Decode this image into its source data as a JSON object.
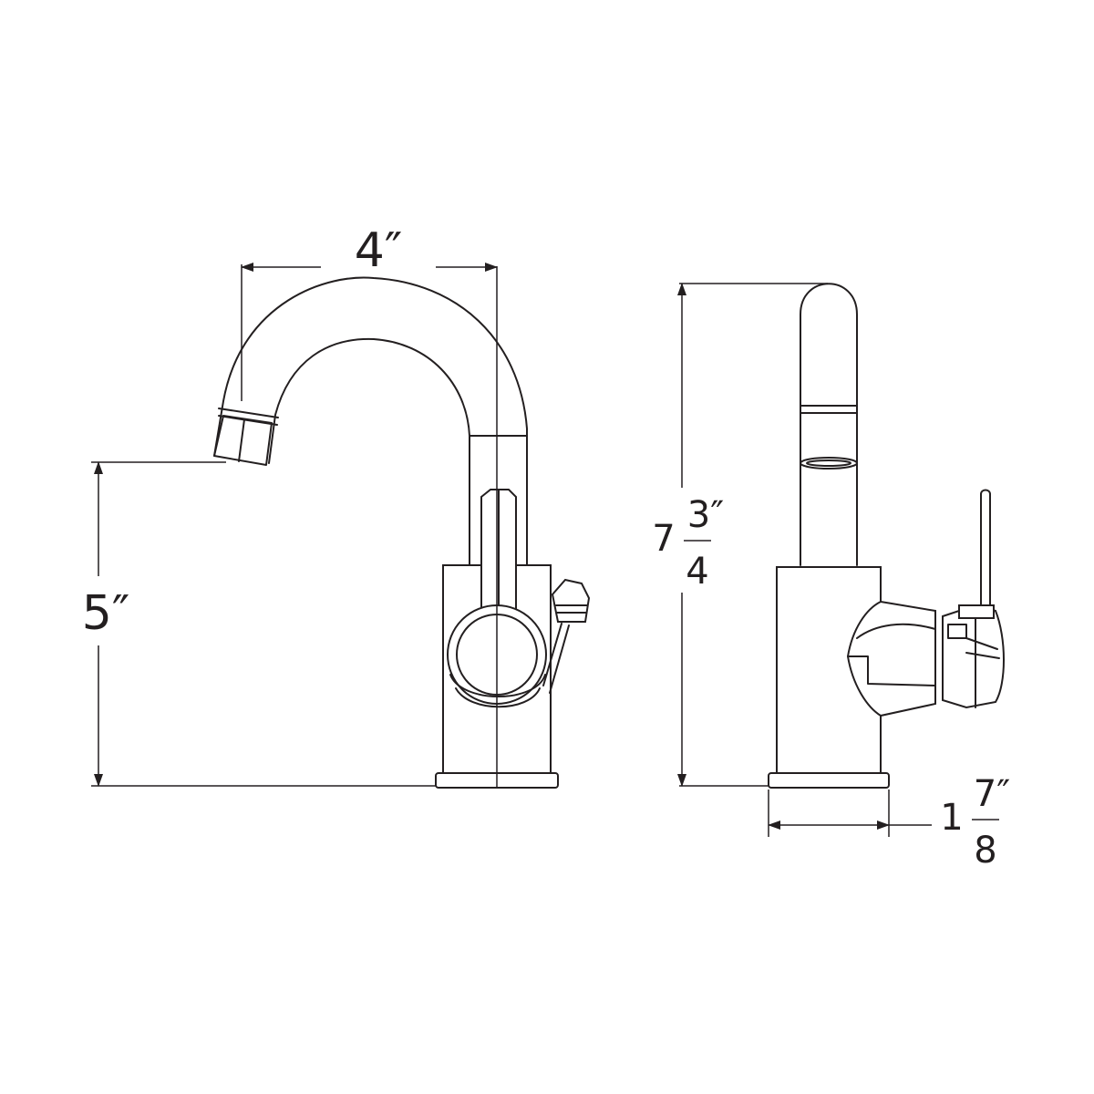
{
  "dimensions": {
    "spout_reach": {
      "label": "4″"
    },
    "spout_height": {
      "label": "5″"
    },
    "total_height": {
      "whole": "7",
      "numerator": "3″",
      "denominator": "4"
    },
    "base_width": {
      "whole": "1",
      "numerator": "7″",
      "denominator": "8"
    }
  },
  "colors": {
    "line": "#231f20",
    "background": "#ffffff"
  }
}
